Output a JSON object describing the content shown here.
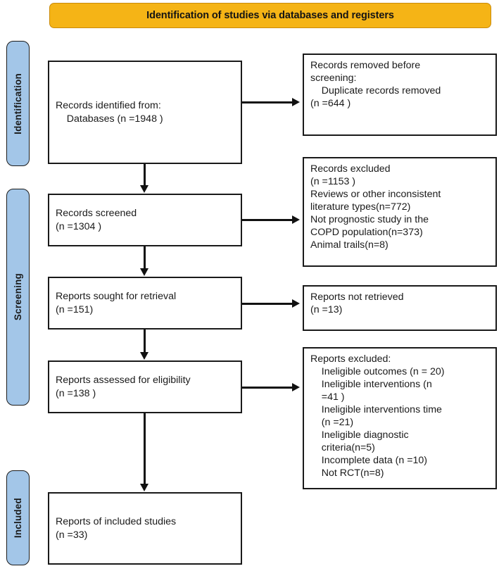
{
  "banner": {
    "title": "Identification of studies via databases and registers",
    "bg_color": "#F5B416"
  },
  "rails": {
    "color": "#A3C6E8",
    "items": [
      {
        "label": "Identification"
      },
      {
        "label": "Screening"
      },
      {
        "label": "Included"
      }
    ]
  },
  "flow": {
    "left_column": [
      {
        "name": "records-identified",
        "text": "Records identified from:\n    Databases (n =1948 )"
      },
      {
        "name": "records-screened",
        "text": "Records screened\n(n =1304 )"
      },
      {
        "name": "reports-sought",
        "text": "Reports sought for retrieval\n(n =151)"
      },
      {
        "name": "reports-assessed",
        "text": "Reports assessed for eligibility\n(n =138 )"
      },
      {
        "name": "reports-included",
        "text": "Reports of included studies\n(n =33)"
      }
    ],
    "right_column": [
      {
        "name": "records-removed",
        "text": "Records removed before\nscreening:\n    Duplicate records removed\n(n =644 )"
      },
      {
        "name": "records-excluded",
        "text": "Records excluded\n(n =1153 )\nReviews or other inconsistent\nliterature types(n=772)\nNot prognostic study in the\nCOPD population(n=373)\nAnimal trails(n=8)"
      },
      {
        "name": "reports-not-retrieved",
        "text": "Reports not retrieved\n(n =13)"
      },
      {
        "name": "reports-excluded",
        "text": "Reports excluded:\n    Ineligible outcomes (n = 20)\n    Ineligible interventions (n\n    =41 )\n    Ineligible interventions time\n    (n =21)\n    Ineligible diagnostic\n    criteria(n=5)\n    Incomplete data (n =10)\n    Not RCT(n=8)"
      }
    ]
  }
}
